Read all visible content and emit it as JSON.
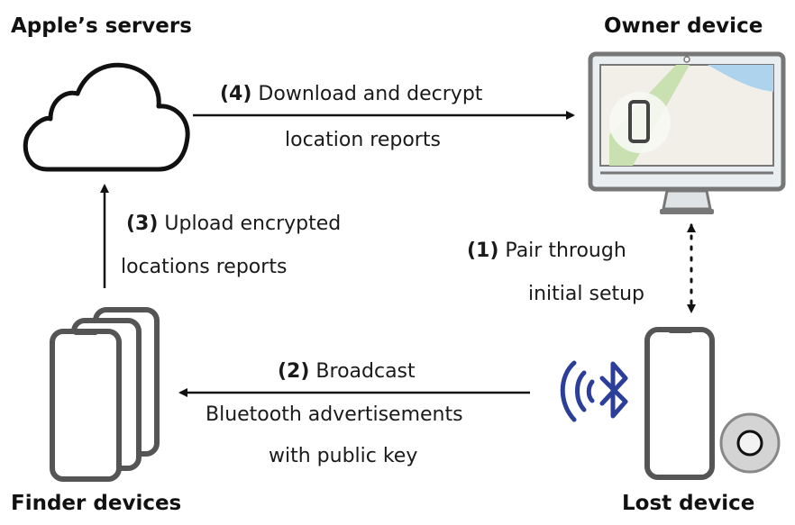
{
  "nodes": {
    "servers": {
      "title": "Apple’s servers",
      "icon": "cloud-icon"
    },
    "owner": {
      "title": "Owner device",
      "icon": "desktop-monitor-icon"
    },
    "finder": {
      "title": "Finder devices",
      "icon": "stacked-phones-icon"
    },
    "lost": {
      "title": "Lost device",
      "icon": "phone-icon",
      "accessory_icon": "airtag-icon",
      "signal_icon": "bluetooth-icon"
    }
  },
  "edges": {
    "step1": {
      "number": "(1)",
      "line1": "Pair through",
      "line2": "initial setup",
      "style": "dotted-bidirectional"
    },
    "step2": {
      "number": "(2)",
      "line1": "Broadcast",
      "line2": "Bluetooth advertisements",
      "line3": "with public key"
    },
    "step3": {
      "number": "(3)",
      "line1": "Upload encrypted",
      "line2": "locations reports"
    },
    "step4": {
      "number": "(4)",
      "line1": "Download and decrypt",
      "line2": "location reports"
    }
  },
  "colors": {
    "bluetooth": "#2b3f9a",
    "device_outline": "#555555",
    "map_water": "#aed3ec",
    "map_park": "#c9e0b0"
  }
}
